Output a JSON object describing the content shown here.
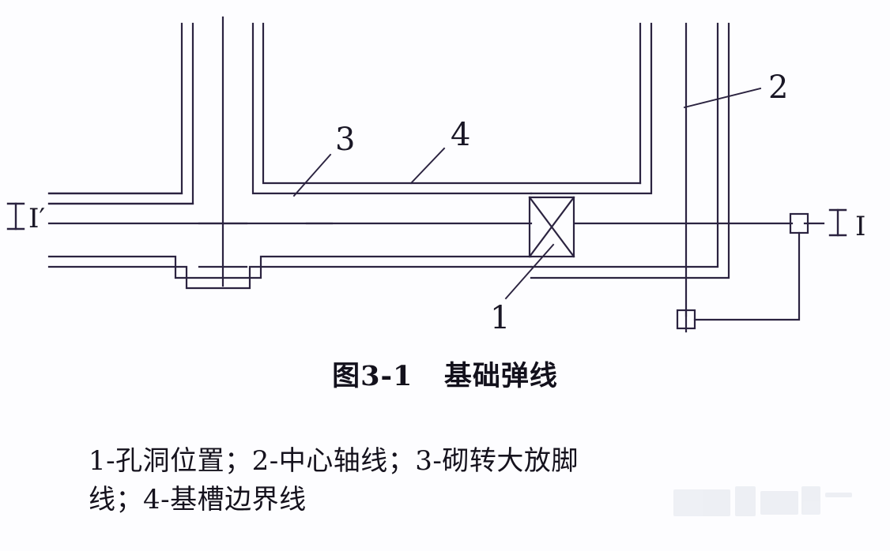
{
  "figure": {
    "caption": "图3-1   基础弹线",
    "legend_line_1": "1-孔洞位置；2-中心轴线；3-砌转大放脚",
    "legend_line_2": "线；4-基槽边界线"
  },
  "labels": {
    "callout_1": "1",
    "callout_2": "2",
    "callout_3": "3",
    "callout_4": "4",
    "section_left": "I′",
    "section_right": "I"
  },
  "callout_meanings": {
    "1": "孔洞位置",
    "2": "中心轴线",
    "3": "砌转大放脚线",
    "4": "基槽边界线"
  },
  "style": {
    "line_color": "#2b2340",
    "background": "#fdfdff",
    "text_color": "#15121d"
  }
}
